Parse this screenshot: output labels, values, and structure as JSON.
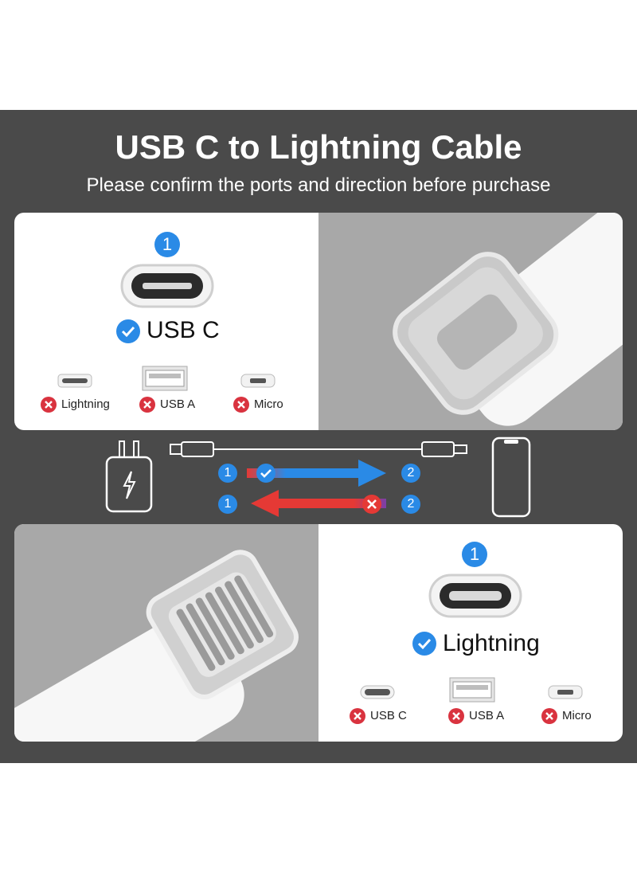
{
  "header": {
    "title": "USB C to Lightning Cable",
    "subtitle": "Please confirm the ports and direction before purchase"
  },
  "top_card": {
    "step": "1",
    "correct_port": "USB C",
    "wrong_ports": [
      "Lightning",
      "USB A",
      "Micro"
    ]
  },
  "direction": {
    "start": "1",
    "end": "2",
    "correct_color": "#2a8ae6",
    "wrong_color": "#e53935"
  },
  "bottom_card": {
    "step": "1",
    "correct_port": "Lightning",
    "wrong_ports": [
      "USB C",
      "USB A",
      "Micro"
    ]
  },
  "colors": {
    "panel": "#4a4a4a",
    "accent": "#2a8ae6",
    "error": "#d9333f"
  }
}
